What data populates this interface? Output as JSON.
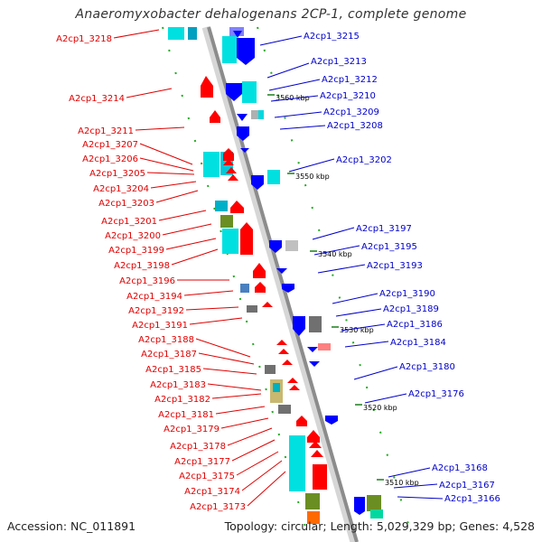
{
  "title": "Anaeromyxobacter dehalogenans 2CP-1, complete genome",
  "footer": {
    "accession": "Accession: NC_011891",
    "info": "Topology: circular; Length: 5,029,329 bp; Genes: 4,528"
  },
  "colors": {
    "forward_label": "#e00000",
    "reverse_label": "#0000cc",
    "backbone": "#8c8c8c",
    "tick": "#22aa22"
  },
  "left_labels": [
    "A2cp1_3218",
    "A2cp1_3214",
    "A2cp1_3211",
    "A2cp1_3207",
    "A2cp1_3206",
    "A2cp1_3205",
    "A2cp1_3204",
    "A2cp1_3203",
    "A2cp1_3201",
    "A2cp1_3200",
    "A2cp1_3199",
    "A2cp1_3198",
    "A2cp1_3196",
    "A2cp1_3194",
    "A2cp1_3192",
    "A2cp1_3191",
    "A2cp1_3188",
    "A2cp1_3187",
    "A2cp1_3185",
    "A2cp1_3183",
    "A2cp1_3182",
    "A2cp1_3181",
    "A2cp1_3179",
    "A2cp1_3178",
    "A2cp1_3177",
    "A2cp1_3175",
    "A2cp1_3174",
    "A2cp1_3173"
  ],
  "right_labels": [
    "A2cp1_3215",
    "A2cp1_3213",
    "A2cp1_3212",
    "A2cp1_3210",
    "A2cp1_3209",
    "A2cp1_3208",
    "A2cp1_3202",
    "A2cp1_3197",
    "A2cp1_3195",
    "A2cp1_3193",
    "A2cp1_3190",
    "A2cp1_3189",
    "A2cp1_3186",
    "A2cp1_3184",
    "A2cp1_3180",
    "A2cp1_3176",
    "A2cp1_3168",
    "A2cp1_3167",
    "A2cp1_3166"
  ],
  "scale_labels": [
    "3560 kbp",
    "3550 kbp",
    "3540 kbp",
    "3530 kbp",
    "3520 kbp",
    "3510 kbp"
  ]
}
